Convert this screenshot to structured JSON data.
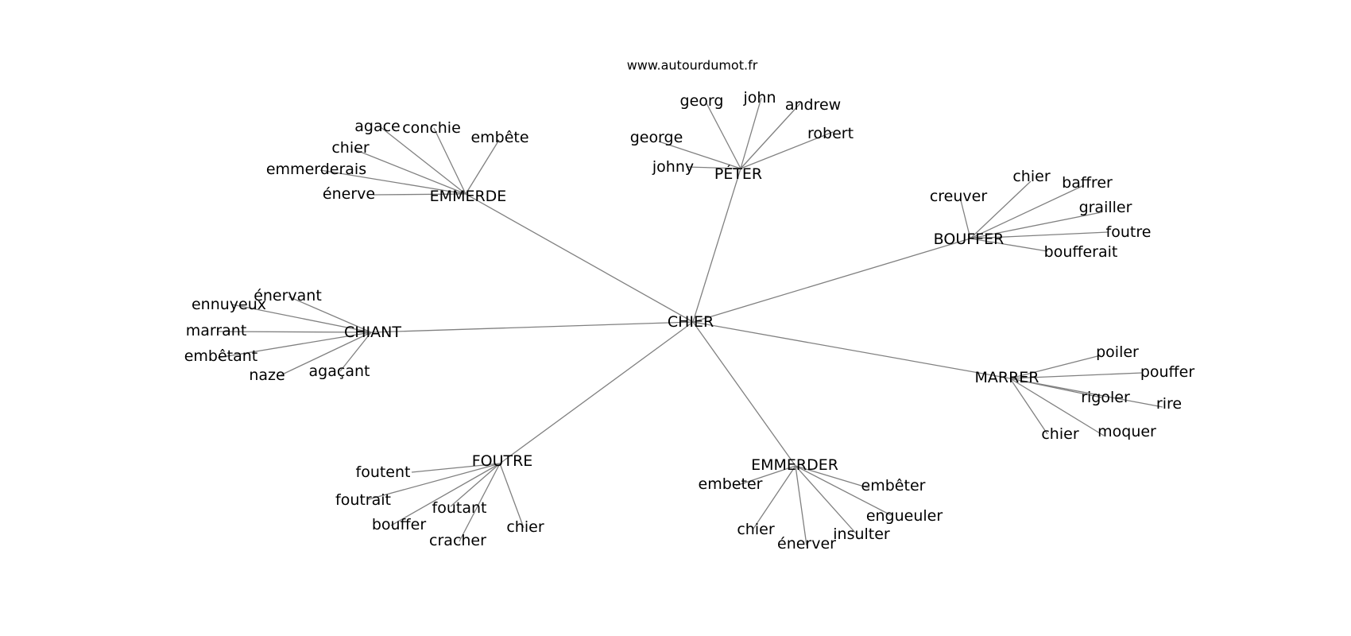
{
  "site": "www.autourdumot.fr",
  "center": "CHIER",
  "clusters": [
    {
      "label": "PÉTER",
      "leaves": [
        "georg",
        "john",
        "andrew",
        "robert",
        "george",
        "johny"
      ]
    },
    {
      "label": "EMMERDE",
      "leaves": [
        "agace",
        "conchie",
        "embête",
        "chier",
        "emmerderais",
        "énerve"
      ]
    },
    {
      "label": "BOUFFER",
      "leaves": [
        "creuver",
        "chier",
        "baffrer",
        "grailler",
        "foutre",
        "boufferait"
      ]
    },
    {
      "label": "CHIANT",
      "leaves": [
        "énervant",
        "ennuyeux",
        "marrant",
        "embêtant",
        "naze",
        "agaçant"
      ]
    },
    {
      "label": "MARRER",
      "leaves": [
        "poiler",
        "pouffer",
        "rigoler",
        "rire",
        "moquer",
        "chier"
      ]
    },
    {
      "label": "FOUTRE",
      "leaves": [
        "foutent",
        "foutrait",
        "bouffer",
        "foutant",
        "cracher",
        "chier"
      ]
    },
    {
      "label": "EMMERDER",
      "leaves": [
        "embeter",
        "embêter",
        "engueuler",
        "insulter",
        "énerver",
        "chier"
      ]
    }
  ]
}
